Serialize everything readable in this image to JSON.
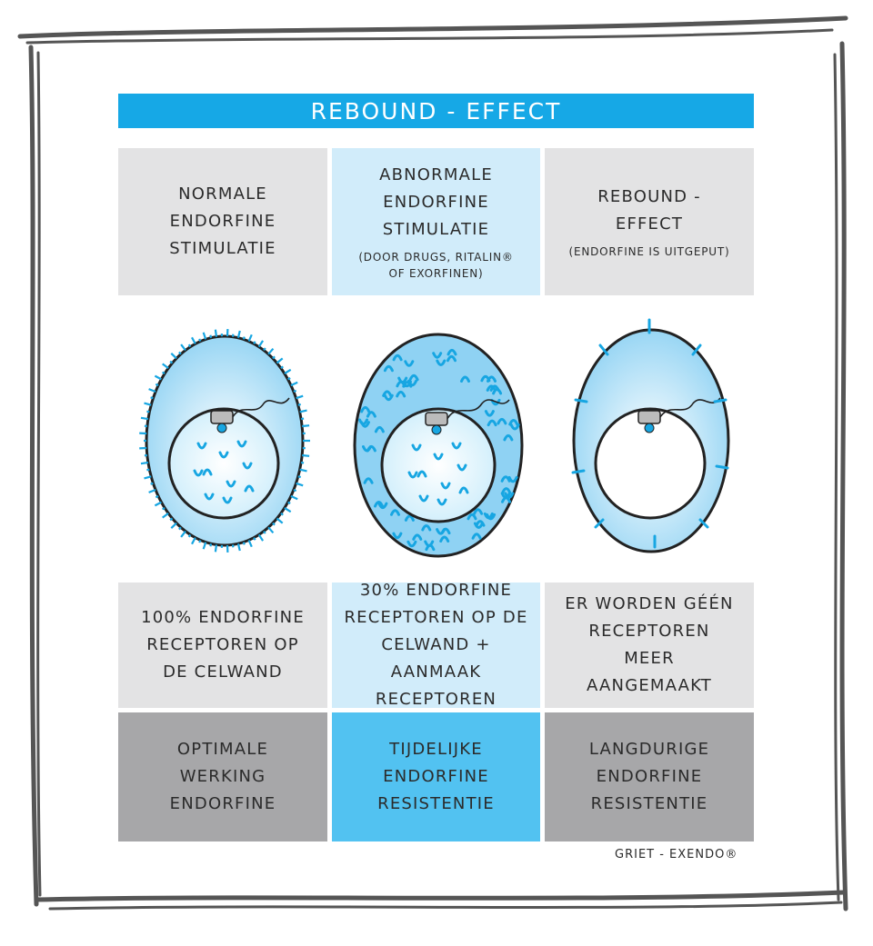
{
  "title": "REBOUND - EFFECT",
  "header": [
    {
      "text": "NORMALE\nENDORFINE\nSTIMULATIE",
      "note": ""
    },
    {
      "text": "ABNORMALE\nENDORFINE\nSTIMULATIE",
      "note": "(DOOR DRUGS, RITALIN®\nOF EXORFINEN)"
    },
    {
      "text": "REBOUND -\nEFFECT",
      "note": "(ENDORFINE IS UITGEPUT)"
    }
  ],
  "receptors": [
    "100% ENDORFINE\nRECEPTOREN OP\nDE CELWAND",
    "30% ENDORFINE\nRECEPTOREN OP DE\nCELWAND + AANMAAK\nRECEPTOREN",
    "ER WORDEN GÉÉN\nRECEPTOREN\nMEER\nAANGEMAAKT"
  ],
  "effect": [
    "OPTIMALE\nWERKING\nENDORFINE",
    "TIJDELIJKE\nENDORFINE\nRESISTENTIE",
    "LANGDURIGE\nENDORFINE\nRESISTENTIE"
  ],
  "credit": "GRIET - EXENDO®",
  "colors": {
    "title_bar": "#16a8e6",
    "light_grey": "#e3e3e4",
    "light_blue": "#d1ecfa",
    "dark_grey": "#a7a7a9",
    "bright_blue": "#52c2f1",
    "receptor": "#17a6e2"
  }
}
